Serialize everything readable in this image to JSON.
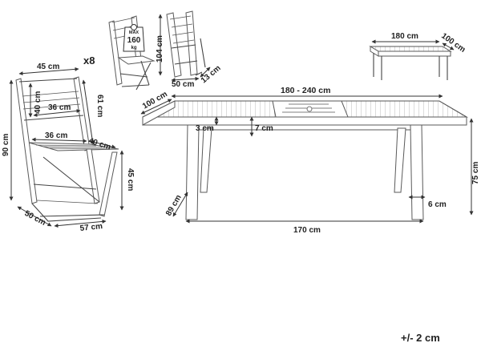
{
  "chair": {
    "quantity": "x8",
    "dims": {
      "seat_width_top": "45 cm",
      "back_height_inner": "40 cm",
      "back_width": "36 cm",
      "back_height": "61 cm",
      "total_height": "90 cm",
      "seat_width": "36 cm",
      "seat_depth": "40 cm",
      "seat_height": "45 cm",
      "base_depth": "50 cm",
      "base_width": "57 cm"
    }
  },
  "folded_chair": {
    "badge": {
      "top": "MAX",
      "value": "160",
      "unit": "kg"
    },
    "dims": {
      "height": "104 cm",
      "width": "50 cm",
      "depth": "13 cm"
    }
  },
  "small_table": {
    "dims": {
      "length": "180 cm",
      "width": "100 cm"
    }
  },
  "table": {
    "dims": {
      "length_range": "180 - 240 cm",
      "width": "100 cm",
      "top_thickness": "3 cm",
      "apron": "7 cm",
      "height": "75 cm",
      "leg_width": "6 cm",
      "leg_span": "170 cm",
      "leg_depth": "89 cm"
    }
  },
  "tolerance": "+/- 2 cm"
}
